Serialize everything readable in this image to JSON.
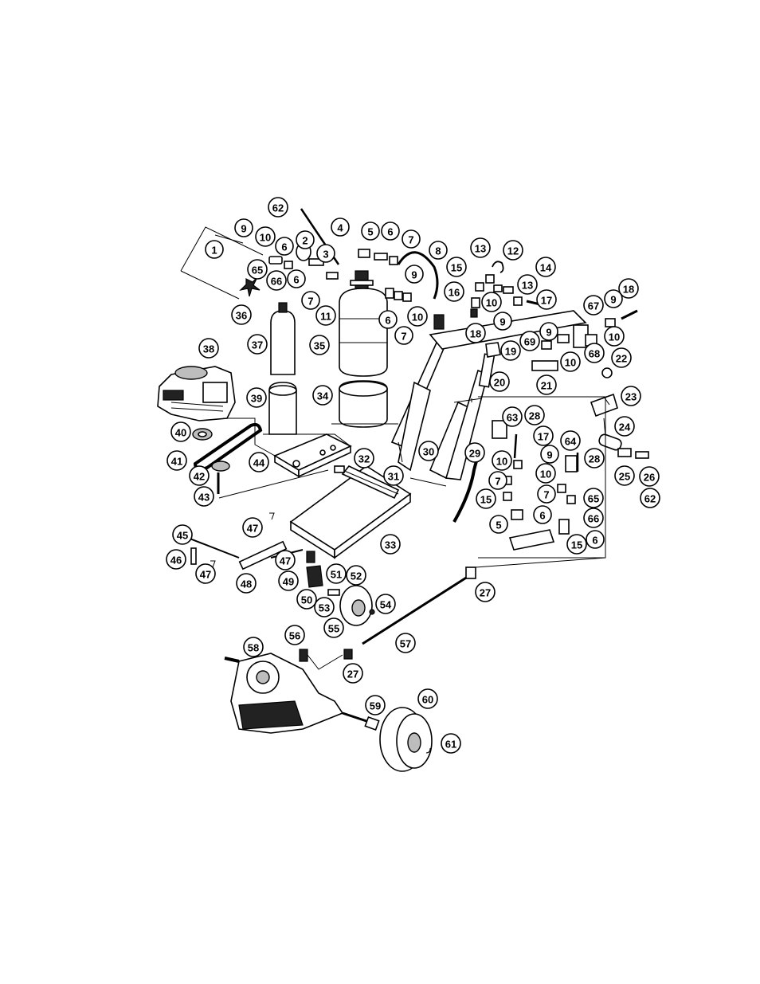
{
  "callouts": [
    {
      "id": "c1",
      "label": "1"
    },
    {
      "id": "c9a",
      "label": "9"
    },
    {
      "id": "c10a",
      "label": "10"
    },
    {
      "id": "c6a",
      "label": "6"
    },
    {
      "id": "c2",
      "label": "2"
    },
    {
      "id": "c3",
      "label": "3"
    },
    {
      "id": "c65a",
      "label": "65"
    },
    {
      "id": "c66a",
      "label": "66"
    },
    {
      "id": "c6b",
      "label": "6"
    },
    {
      "id": "c36",
      "label": "36"
    },
    {
      "id": "c62a",
      "label": "62"
    },
    {
      "id": "c4",
      "label": "4"
    },
    {
      "id": "c5a",
      "label": "5"
    },
    {
      "id": "c6c",
      "label": "6"
    },
    {
      "id": "c7a",
      "label": "7"
    },
    {
      "id": "c8",
      "label": "8"
    },
    {
      "id": "c9b",
      "label": "9"
    },
    {
      "id": "c7b",
      "label": "7"
    },
    {
      "id": "c11",
      "label": "11"
    },
    {
      "id": "c10b",
      "label": "10"
    },
    {
      "id": "c6d",
      "label": "6"
    },
    {
      "id": "c7c",
      "label": "7"
    },
    {
      "id": "c13a",
      "label": "13"
    },
    {
      "id": "c12",
      "label": "12"
    },
    {
      "id": "c15a",
      "label": "15"
    },
    {
      "id": "c14",
      "label": "14"
    },
    {
      "id": "c16",
      "label": "16"
    },
    {
      "id": "c13b",
      "label": "13"
    },
    {
      "id": "c10c",
      "label": "10"
    },
    {
      "id": "c17a",
      "label": "17"
    },
    {
      "id": "c9c",
      "label": "9"
    },
    {
      "id": "c18a",
      "label": "18"
    },
    {
      "id": "c18b",
      "label": "18"
    },
    {
      "id": "c67",
      "label": "67"
    },
    {
      "id": "c9d",
      "label": "9"
    },
    {
      "id": "c10d",
      "label": "10"
    },
    {
      "id": "c37",
      "label": "37"
    },
    {
      "id": "c35",
      "label": "35"
    },
    {
      "id": "c38",
      "label": "38"
    },
    {
      "id": "c69",
      "label": "69"
    },
    {
      "id": "c9e",
      "label": "9"
    },
    {
      "id": "c68",
      "label": "68"
    },
    {
      "id": "c10e",
      "label": "10"
    },
    {
      "id": "c19",
      "label": "19"
    },
    {
      "id": "c22",
      "label": "22"
    },
    {
      "id": "c20",
      "label": "20"
    },
    {
      "id": "c21",
      "label": "21"
    },
    {
      "id": "c39",
      "label": "39"
    },
    {
      "id": "c34",
      "label": "34"
    },
    {
      "id": "c23",
      "label": "23"
    },
    {
      "id": "c40",
      "label": "40"
    },
    {
      "id": "c63",
      "label": "63"
    },
    {
      "id": "c28a",
      "label": "28"
    },
    {
      "id": "c24",
      "label": "24"
    },
    {
      "id": "c17b",
      "label": "17"
    },
    {
      "id": "c30",
      "label": "30"
    },
    {
      "id": "c29",
      "label": "29"
    },
    {
      "id": "c64",
      "label": "64"
    },
    {
      "id": "c41",
      "label": "41"
    },
    {
      "id": "c44",
      "label": "44"
    },
    {
      "id": "c32",
      "label": "32"
    },
    {
      "id": "c10f",
      "label": "10"
    },
    {
      "id": "c9f",
      "label": "9"
    },
    {
      "id": "c28b",
      "label": "28"
    },
    {
      "id": "c25",
      "label": "25"
    },
    {
      "id": "c26",
      "label": "26"
    },
    {
      "id": "c42",
      "label": "42"
    },
    {
      "id": "c31",
      "label": "31"
    },
    {
      "id": "c7d",
      "label": "7"
    },
    {
      "id": "c10g",
      "label": "10"
    },
    {
      "id": "c62b",
      "label": "62"
    },
    {
      "id": "c43",
      "label": "43"
    },
    {
      "id": "c15b",
      "label": "15"
    },
    {
      "id": "c7e",
      "label": "7"
    },
    {
      "id": "c65b",
      "label": "65"
    },
    {
      "id": "c6e",
      "label": "6"
    },
    {
      "id": "c66b",
      "label": "66"
    },
    {
      "id": "c5b",
      "label": "5"
    },
    {
      "id": "c47a",
      "label": "47"
    },
    {
      "id": "c45",
      "label": "45"
    },
    {
      "id": "c15c",
      "label": "15"
    },
    {
      "id": "c6f",
      "label": "6"
    },
    {
      "id": "c33",
      "label": "33"
    },
    {
      "id": "c46",
      "label": "46"
    },
    {
      "id": "c47b",
      "label": "47"
    },
    {
      "id": "c47c",
      "label": "47"
    },
    {
      "id": "c48",
      "label": "48"
    },
    {
      "id": "c51",
      "label": "51"
    },
    {
      "id": "c52",
      "label": "52"
    },
    {
      "id": "c49",
      "label": "49"
    },
    {
      "id": "c27a",
      "label": "27"
    },
    {
      "id": "c50",
      "label": "50"
    },
    {
      "id": "c54",
      "label": "54"
    },
    {
      "id": "c53",
      "label": "53"
    },
    {
      "id": "c55",
      "label": "55"
    },
    {
      "id": "c57",
      "label": "57"
    },
    {
      "id": "c56",
      "label": "56"
    },
    {
      "id": "c58",
      "label": "58"
    },
    {
      "id": "c27b",
      "label": "27"
    },
    {
      "id": "c59",
      "label": "59"
    },
    {
      "id": "c60",
      "label": "60"
    },
    {
      "id": "c61",
      "label": "61"
    }
  ]
}
